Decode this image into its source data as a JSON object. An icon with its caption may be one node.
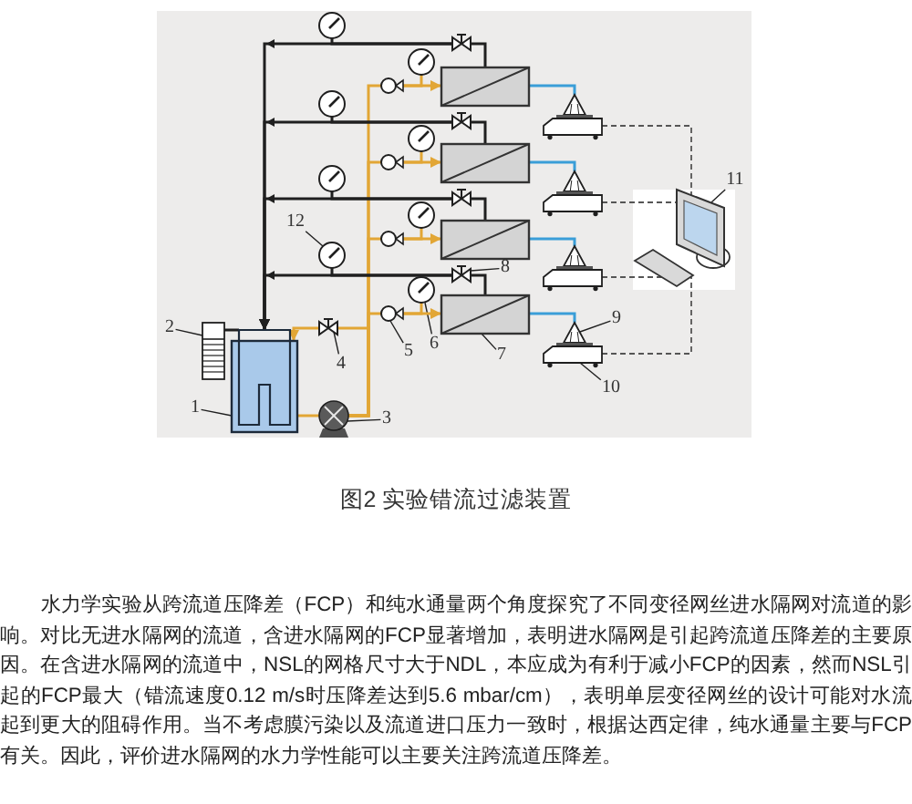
{
  "diagram": {
    "caption": "图2 实验错流过滤装置",
    "nodes": [
      {
        "text": [
          "1"
        ]
      },
      {
        "text": [
          "2"
        ]
      },
      {
        "text": [
          "3"
        ]
      },
      {
        "text": [
          "4"
        ]
      },
      {
        "text": [
          "5"
        ]
      },
      {
        "text": [
          "6"
        ]
      },
      {
        "text": [
          "7"
        ]
      },
      {
        "text": [
          "8"
        ]
      },
      {
        "text": [
          "9"
        ]
      },
      {
        "text": [
          "10"
        ]
      },
      {
        "text": [
          "11"
        ]
      },
      {
        "text": [
          "12"
        ]
      },
      {
        "text": [],
        "shape": "picture"
      },
      {
        "text": [],
        "shape": "picture"
      },
      {
        "text": [],
        "shape": "picture"
      },
      {
        "text": [],
        "shape": "box"
      },
      {
        "text": [],
        "shape": "circle"
      },
      {
        "text": [],
        "shape": "picture"
      },
      {
        "text": [],
        "shape": "box"
      },
      {
        "text": [],
        "shape": "box"
      },
      {
        "text": [],
        "shape": "picture"
      },
      {
        "text": [],
        "shape": "picture"
      },
      {
        "text": [],
        "shape": "box"
      },
      {
        "text": [],
        "shape": "circle"
      },
      {
        "text": [],
        "shape": "picture"
      },
      {
        "text": [],
        "shape": "box"
      },
      {
        "text": [],
        "shape": "box"
      },
      {
        "text": [],
        "shape": "picture"
      },
      {
        "text": [],
        "shape": "picture"
      },
      {
        "text": [],
        "shape": "box"
      },
      {
        "text": [],
        "shape": "circle"
      },
      {
        "text": [],
        "shape": "picture"
      },
      {
        "text": [],
        "shape": "box"
      },
      {
        "text": [],
        "shape": "box"
      },
      {
        "text": [],
        "shape": "picture"
      },
      {
        "text": [],
        "shape": "picture"
      },
      {
        "text": [],
        "shape": "box"
      },
      {
        "text": [],
        "shape": "circle"
      },
      {
        "text": [],
        "shape": "picture"
      },
      {
        "text": [],
        "shape": "box"
      },
      {
        "text": [],
        "shape": "box"
      },
      {
        "text": [],
        "shape": "picture"
      },
      {
        "text": [],
        "shape": "picture"
      },
      {
        "text": [],
        "shape": "box"
      },
      {
        "text": [],
        "shape": "picture"
      }
    ],
    "edges": [
      {
        "from": 0,
        "to": 12,
        "arrow": "none"
      },
      {
        "from": 1,
        "to": 13,
        "arrow": "none"
      },
      {
        "from": 2,
        "to": 14,
        "arrow": "none"
      },
      {
        "from": 3,
        "to": 15,
        "arrow": "none"
      },
      {
        "from": 4,
        "to": 37,
        "arrow": "none"
      },
      {
        "from": 5,
        "to": 38,
        "arrow": "none"
      },
      {
        "from": 6,
        "to": 39,
        "arrow": "none"
      },
      {
        "from": 7,
        "to": 40,
        "arrow": "none"
      },
      {
        "from": 8,
        "to": 42,
        "arrow": "none"
      },
      {
        "from": 9,
        "to": 43,
        "arrow": "none"
      },
      {
        "from": 10,
        "to": 44,
        "arrow": "none"
      },
      {
        "from": 11,
        "to": 41,
        "arrow": "none"
      },
      {
        "from": 13,
        "to": 12,
        "arrow": "none"
      },
      {
        "from": 12,
        "to": 14,
        "arrow": "none",
        "color": "#e2a635"
      },
      {
        "from": 14,
        "to": 15,
        "arrow": "none",
        "color": "#e2a635"
      },
      {
        "from": 15,
        "to": 12,
        "arrow": "to",
        "color": "#e2a635"
      },
      {
        "from": 14,
        "to": 16,
        "arrow": "none",
        "color": "#e2a635"
      },
      {
        "from": 14,
        "to": 23,
        "arrow": "none",
        "color": "#e2a635"
      },
      {
        "from": 14,
        "to": 30,
        "arrow": "none",
        "color": "#e2a635"
      },
      {
        "from": 14,
        "to": 37,
        "arrow": "none",
        "color": "#e2a635"
      },
      {
        "from": 16,
        "to": 18,
        "arrow": "to",
        "color": "#e2a635"
      },
      {
        "from": 23,
        "to": 25,
        "arrow": "to",
        "color": "#e2a635"
      },
      {
        "from": 30,
        "to": 32,
        "arrow": "to",
        "color": "#e2a635"
      },
      {
        "from": 37,
        "to": 39,
        "arrow": "to",
        "color": "#e2a635"
      },
      {
        "from": 16,
        "to": 17,
        "arrow": "none",
        "color": "#e2a635"
      },
      {
        "from": 23,
        "to": 24,
        "arrow": "none",
        "color": "#e2a635"
      },
      {
        "from": 30,
        "to": 31,
        "arrow": "none",
        "color": "#e2a635"
      },
      {
        "from": 37,
        "to": 38,
        "arrow": "none",
        "color": "#e2a635"
      },
      {
        "from": 18,
        "to": 19,
        "arrow": "none"
      },
      {
        "from": 25,
        "to": 26,
        "arrow": "none"
      },
      {
        "from": 32,
        "to": 33,
        "arrow": "none"
      },
      {
        "from": 39,
        "to": 40,
        "arrow": "none"
      },
      {
        "from": 19,
        "to": 12,
        "arrow": "to"
      },
      {
        "from": 26,
        "to": 12,
        "arrow": "to"
      },
      {
        "from": 33,
        "to": 12,
        "arrow": "to"
      },
      {
        "from": 40,
        "to": 12,
        "arrow": "to"
      },
      {
        "from": 19,
        "to": 20,
        "arrow": "none"
      },
      {
        "from": 26,
        "to": 27,
        "arrow": "none"
      },
      {
        "from": 33,
        "to": 34,
        "arrow": "none"
      },
      {
        "from": 40,
        "to": 41,
        "arrow": "none"
      },
      {
        "from": 18,
        "to": 21,
        "arrow": "none",
        "color": "#3a9ed8"
      },
      {
        "from": 25,
        "to": 28,
        "arrow": "none",
        "color": "#3a9ed8"
      },
      {
        "from": 32,
        "to": 35,
        "arrow": "none",
        "color": "#3a9ed8"
      },
      {
        "from": 39,
        "to": 42,
        "arrow": "none",
        "color": "#3a9ed8"
      },
      {
        "from": 22,
        "to": 44,
        "arrow": "none",
        "style": "dashed",
        "color": "#555555"
      },
      {
        "from": 29,
        "to": 44,
        "arrow": "none",
        "style": "dashed",
        "color": "#555555"
      },
      {
        "from": 36,
        "to": 44,
        "arrow": "none",
        "style": "dashed",
        "color": "#555555"
      },
      {
        "from": 43,
        "to": 44,
        "arrow": "none",
        "style": "dashed",
        "color": "#555555"
      }
    ],
    "labels": [
      "水力学实验从跨流道压降差（FCP）和纯水通量两个角度探究了不同变径网丝进水隔网对流道的影响。对比无进水隔网的流道，含进水隔网的FCP显著增加，表明进水隔网是引起跨流道压降差的主要原因。在含进水隔网的流道中，NSL的网格尺寸大于NDL，本应成为有利于减小FCP的因素，然而NSL引起的FCP最大（错流速度0.12 m/s时压降差达到5.6 mbar/cm），表明单层变径网丝的设计可能对水流起到更大的阻碍作用。当不考虑膜污染以及流道进口压力一致时，根据达西定律，纯水通量主要与FCP有关。因此，评价进水隔网的水力学性能可以主要关注跨流道压降差。"
    ]
  }
}
